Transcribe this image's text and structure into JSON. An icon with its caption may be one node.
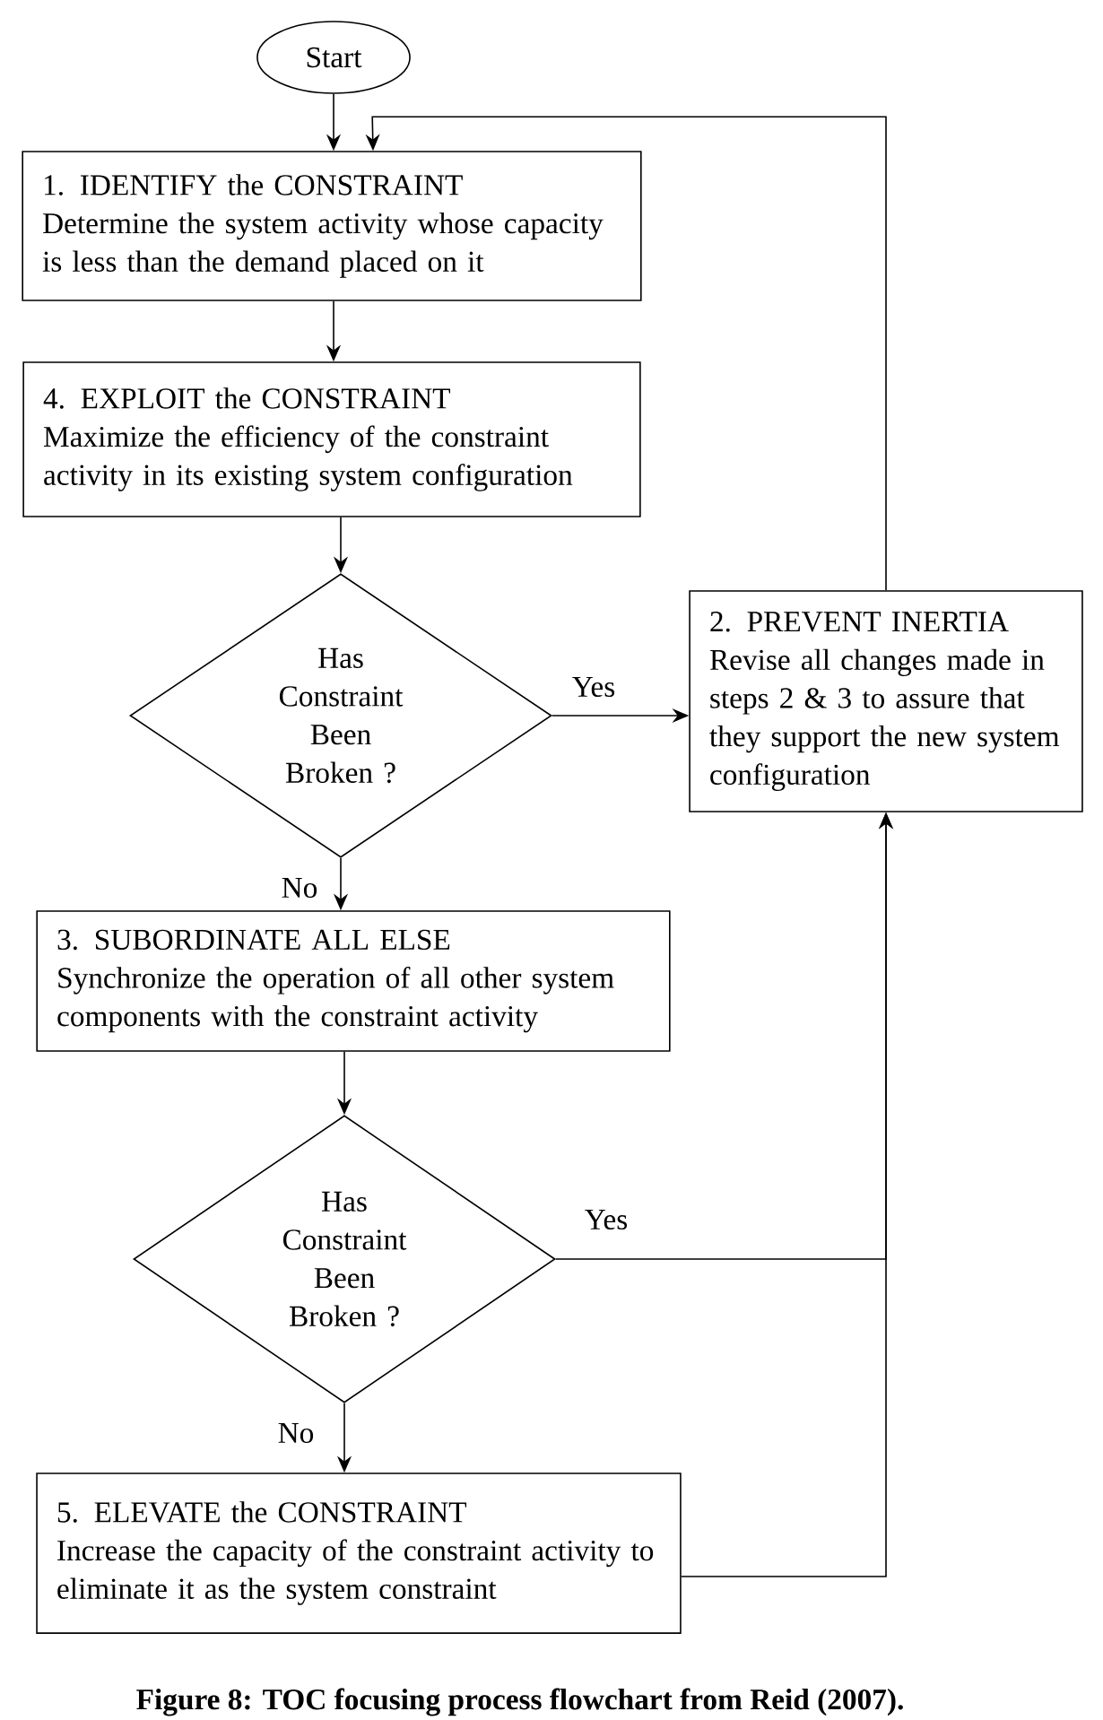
{
  "diagram": {
    "caption": "Figure 8: TOC focusing process flowchart from Reid (2007).",
    "nodes": [
      {
        "text": [
          "Start"
        ]
      },
      {
        "text": [
          "1. IDENTIFY the CONSTRAINT",
          "Determine the system activity whose capacity is less than the demand placed on it"
        ]
      },
      {
        "text": [
          "4. EXPLOIT the CONSTRAINT",
          "Maximize the efficiency of the constraint activity in its existing system configuration"
        ]
      },
      {
        "text": [
          "Has Constraint Been Broken ?"
        ]
      },
      {
        "text": [
          "2. PREVENT INERTIA",
          "Revise all changes made in steps 2 & 3 to assure that they support the new system configuration"
        ]
      },
      {
        "text": [
          "3. SUBORDINATE ALL ELSE",
          "Synchronize the operation of all other system components with the constraint activity"
        ]
      },
      {
        "text": [
          "Has Constraint Been Broken ?"
        ]
      },
      {
        "text": [
          "5. ELEVATE the CONSTRAINT",
          "Increase the capacity of the constraint activity to eliminate it as the system constraint"
        ]
      }
    ],
    "edges": [
      {
        "from": 0,
        "to": 1,
        "arrow": "to"
      },
      {
        "from": 1,
        "to": 2,
        "arrow": "to"
      },
      {
        "from": 2,
        "to": 3,
        "arrow": "to"
      },
      {
        "from": 3,
        "to": 4,
        "arrow": "to",
        "label": "Yes"
      },
      {
        "from": 3,
        "to": 5,
        "arrow": "to",
        "label": "No"
      },
      {
        "from": 5,
        "to": 6,
        "arrow": "to"
      },
      {
        "from": 6,
        "to": 4,
        "arrow": "to",
        "label": "Yes"
      },
      {
        "from": 6,
        "to": 7,
        "arrow": "to",
        "label": "No"
      },
      {
        "from": 7,
        "to": 4,
        "arrow": "to"
      },
      {
        "from": 4,
        "to": 1,
        "arrow": "to"
      }
    ]
  }
}
